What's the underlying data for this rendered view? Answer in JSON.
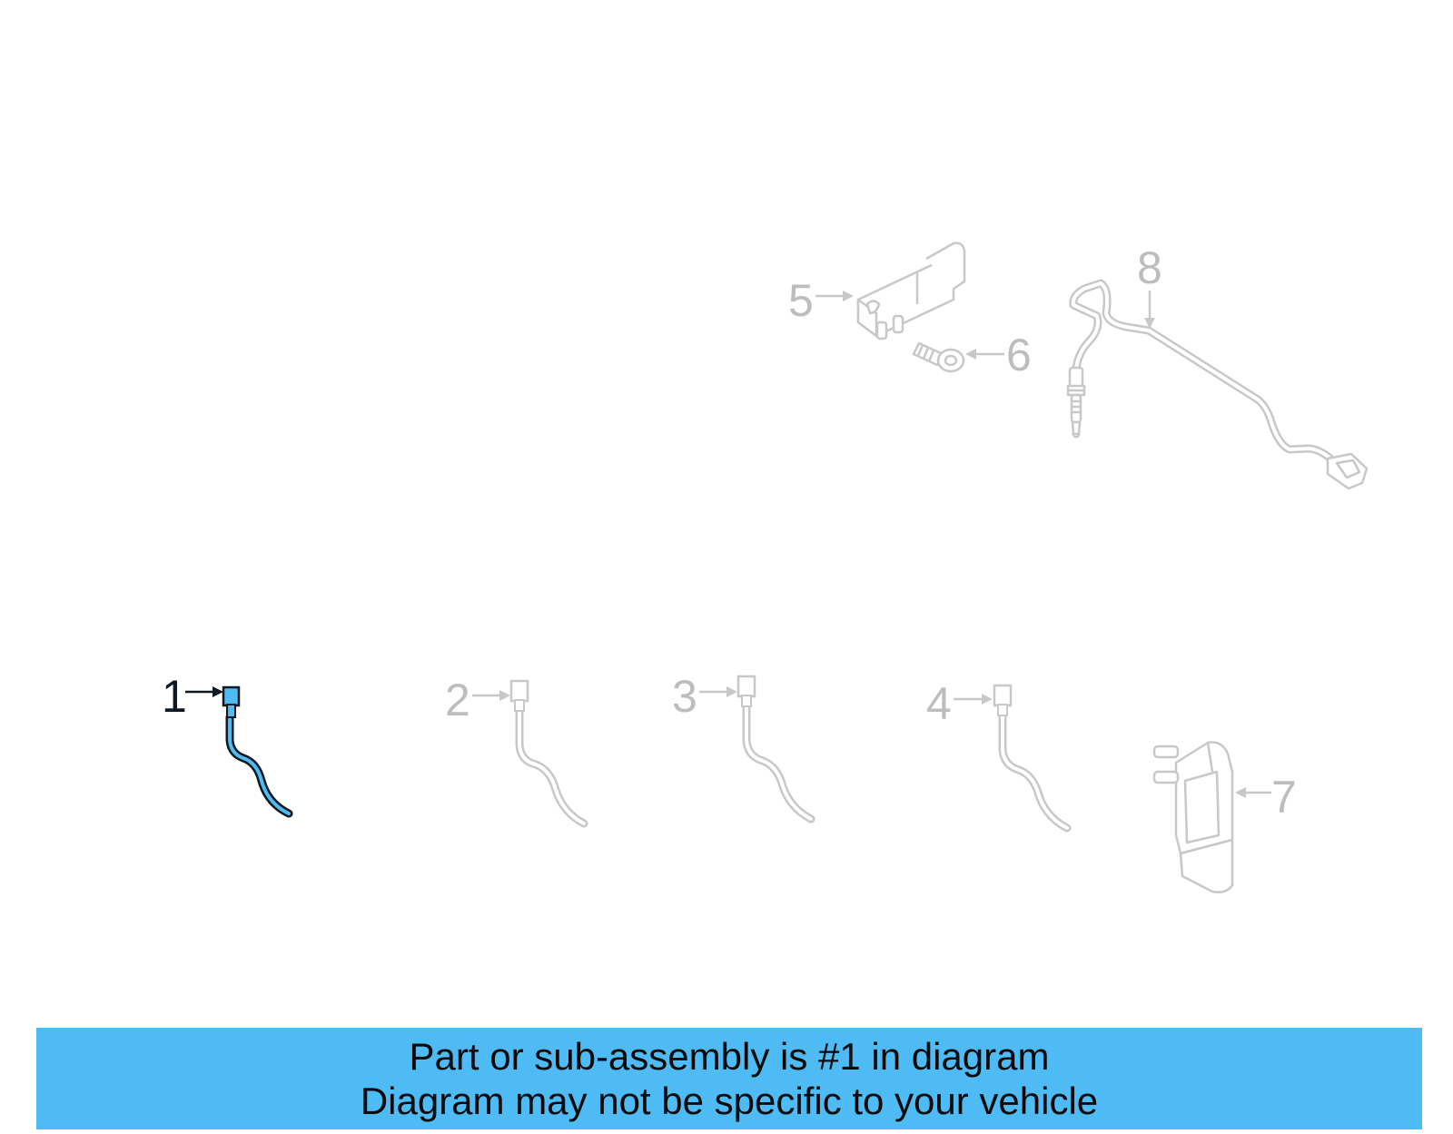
{
  "colors": {
    "highlight_line": "#101820",
    "highlight_fill": "#4ebbf5",
    "muted_line": "#c8c8c8",
    "muted_text": "#bdbdbd",
    "banner_bg": "#4ebbf5"
  },
  "callouts": [
    {
      "id": "1",
      "label": "1",
      "highlighted": true
    },
    {
      "id": "2",
      "label": "2",
      "highlighted": false
    },
    {
      "id": "3",
      "label": "3",
      "highlighted": false
    },
    {
      "id": "4",
      "label": "4",
      "highlighted": false
    },
    {
      "id": "5",
      "label": "5",
      "highlighted": false
    },
    {
      "id": "6",
      "label": "6",
      "highlighted": false
    },
    {
      "id": "7",
      "label": "7",
      "highlighted": false
    },
    {
      "id": "8",
      "label": "8",
      "highlighted": false
    }
  ],
  "banner": {
    "line1": "Part or sub-assembly is #1 in diagram",
    "line2": "Diagram may not be specific to your vehicle"
  }
}
